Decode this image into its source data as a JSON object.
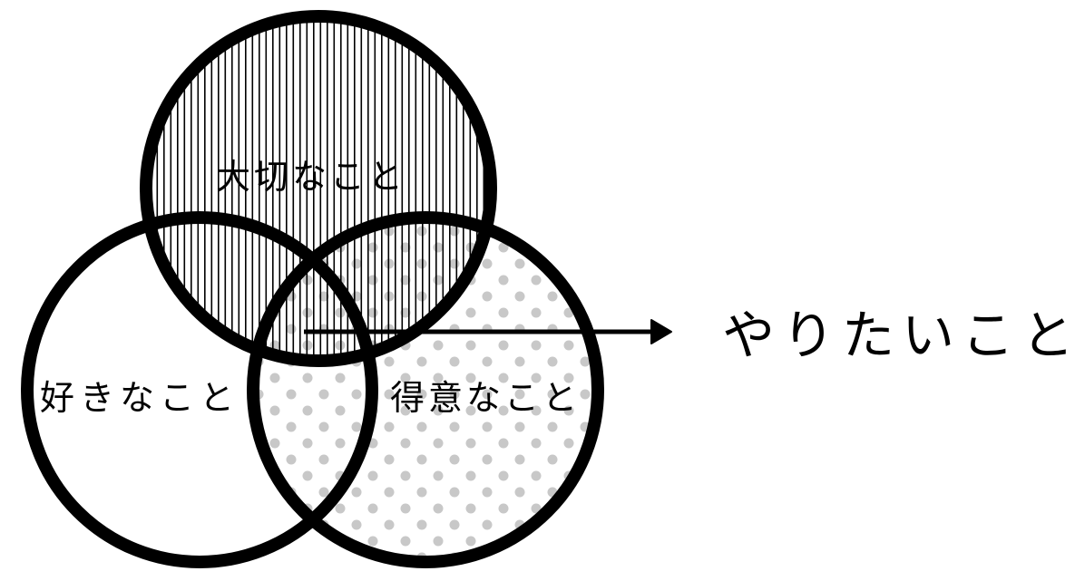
{
  "diagram": {
    "type": "venn",
    "circles": [
      {
        "id": "important",
        "label": "大切なこと",
        "fill": "vertical-lines"
      },
      {
        "id": "like",
        "label": "好きなこと",
        "fill": "none"
      },
      {
        "id": "good_at",
        "label": "得意なこと",
        "fill": "gray-dots"
      }
    ],
    "result_label": "やりたいこと",
    "colors": {
      "stroke": "#000000",
      "dots": "#c8c8c8",
      "background": "#ffffff"
    }
  }
}
